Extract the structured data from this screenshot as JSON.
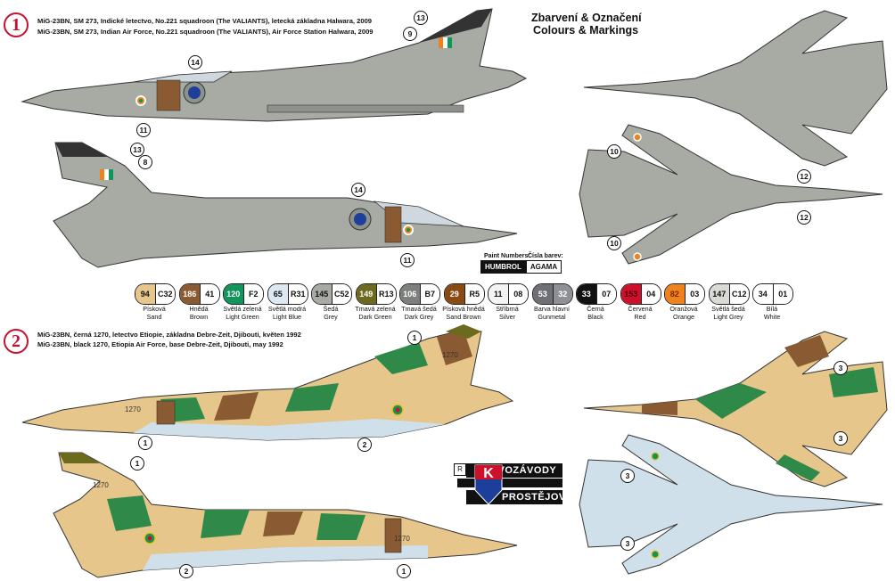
{
  "header": {
    "title_cz": "Zbarvení & Označení",
    "title_en": "Colours & Markings"
  },
  "scheme1": {
    "number": "1",
    "line_cz": "MiG-23BN, SM 273, Indické letectvo, No.221 squadroon (The VALIANTS), letecká základna Halwara, 2009",
    "line_en": "MiG-23BN, SM 273, Indian Air Force, No.221 squadroon (The VALIANTS), Air Force Station Halwara, 2009",
    "callouts": [
      "13",
      "9",
      "14",
      "11",
      "13",
      "8",
      "14",
      "11",
      "10",
      "12",
      "12",
      "10"
    ]
  },
  "paint_numbers": {
    "label_en": "Paint Numbers:",
    "label_cz": "Čísla barev:",
    "humbrol": "HUMBROL",
    "agama": "AGAMA"
  },
  "swatches": [
    {
      "h": "94",
      "a": "C32",
      "cz": "Písková",
      "en": "Sand",
      "c1": "#e6c68a",
      "c2": "#e6c68a",
      "t": "#111"
    },
    {
      "h": "186",
      "a": "41",
      "cz": "Hnědá",
      "en": "Brown",
      "c1": "#8a5b32",
      "c2": "#8a5b32",
      "t": "#fff"
    },
    {
      "h": "120",
      "a": "F2",
      "cz": "Světlá zelená",
      "en": "Light Green",
      "c1": "#10955a",
      "c2": "#10955a",
      "t": "#fff"
    },
    {
      "h": "65",
      "a": "R31",
      "cz": "Světlá modrá",
      "en": "Light Blue",
      "c1": "#dce9f2",
      "c2": "#dce9f2",
      "t": "#111"
    },
    {
      "h": "145",
      "a": "C52",
      "cz": "Šedá",
      "en": "Grey",
      "c1": "#a8aba4",
      "c2": "#a8aba4",
      "t": "#111"
    },
    {
      "h": "149",
      "a": "R13",
      "cz": "Tmavá zelená",
      "en": "Dark Green",
      "c1": "#6b6a1e",
      "c2": "#6b6a1e",
      "t": "#fff"
    },
    {
      "h": "106",
      "a": "B7",
      "cz": "Tmavá šedá",
      "en": "Dark Grey",
      "c1": "#7d7f7c",
      "c2": "#7d7f7c",
      "t": "#fff"
    },
    {
      "h": "29",
      "a": "R5",
      "cz": "Písková hnědá",
      "en": "Sand Brown",
      "c1": "#8a4a12",
      "c2": "#8a4a12",
      "t": "#fff"
    },
    {
      "h": "11",
      "a": "08",
      "cz": "Stříbrná",
      "en": "Silver",
      "c1": "#f4f4f4",
      "c2": "#f4f4f4",
      "t": "#111"
    },
    {
      "h": "53",
      "a": "32",
      "cz": "Barva hlavní",
      "en": "Gunmetal",
      "c1": "#6e7076",
      "c2": "#8e9095",
      "t": "#fff"
    },
    {
      "h": "33",
      "a": "07",
      "cz": "Černá",
      "en": "Black",
      "c1": "#111111",
      "c2": "#111111",
      "t": "#fff"
    },
    {
      "h": "153",
      "a": "04",
      "cz": "Červená",
      "en": "Red",
      "c1": "#d0102a",
      "c2": "#d0102a",
      "t": "#4a0008"
    },
    {
      "h": "82",
      "a": "03",
      "cz": "Oranžová",
      "en": "Orange",
      "c1": "#f0821e",
      "c2": "#f0821e",
      "t": "#7a2a00"
    },
    {
      "h": "147",
      "a": "C12",
      "cz": "Světlá šedá",
      "en": "Light Grey",
      "c1": "#dadad6",
      "c2": "#dadad6",
      "t": "#111"
    },
    {
      "h": "34",
      "a": "01",
      "cz": "Bílá",
      "en": "White",
      "c1": "#ffffff",
      "c2": "#ffffff",
      "t": "#111"
    }
  ],
  "scheme2": {
    "number": "2",
    "line_cz": "MiG-23BN, černá 1270, letectvo  Etiopie, základna Debre-Zeit, Djibouti, květen 1992",
    "line_en": "MiG-23BN, black 1270, Etiopia Air Force, base Debre-Zeit, Djibouti, may 1992",
    "callouts": [
      "1",
      "1",
      "2",
      "1",
      "2",
      "1",
      "3",
      "3",
      "3",
      "3"
    ],
    "serial": "1270"
  },
  "logo": {
    "mark": "K",
    "corner": "R",
    "line1": "KOVOZÁVODY",
    "line2": "PROSTĚJOV",
    "brand_red": "#d0102a",
    "brand_blue": "#1d3f9a"
  },
  "colors": {
    "iaf_grey": "#a7aba3",
    "iaf_grey_dark": "#8c918b",
    "sand": "#e6c68a",
    "green": "#2f8a4a",
    "brown": "#8a5b32",
    "light_blue": "#cfe0ea",
    "accent_red": "#c8102e"
  }
}
